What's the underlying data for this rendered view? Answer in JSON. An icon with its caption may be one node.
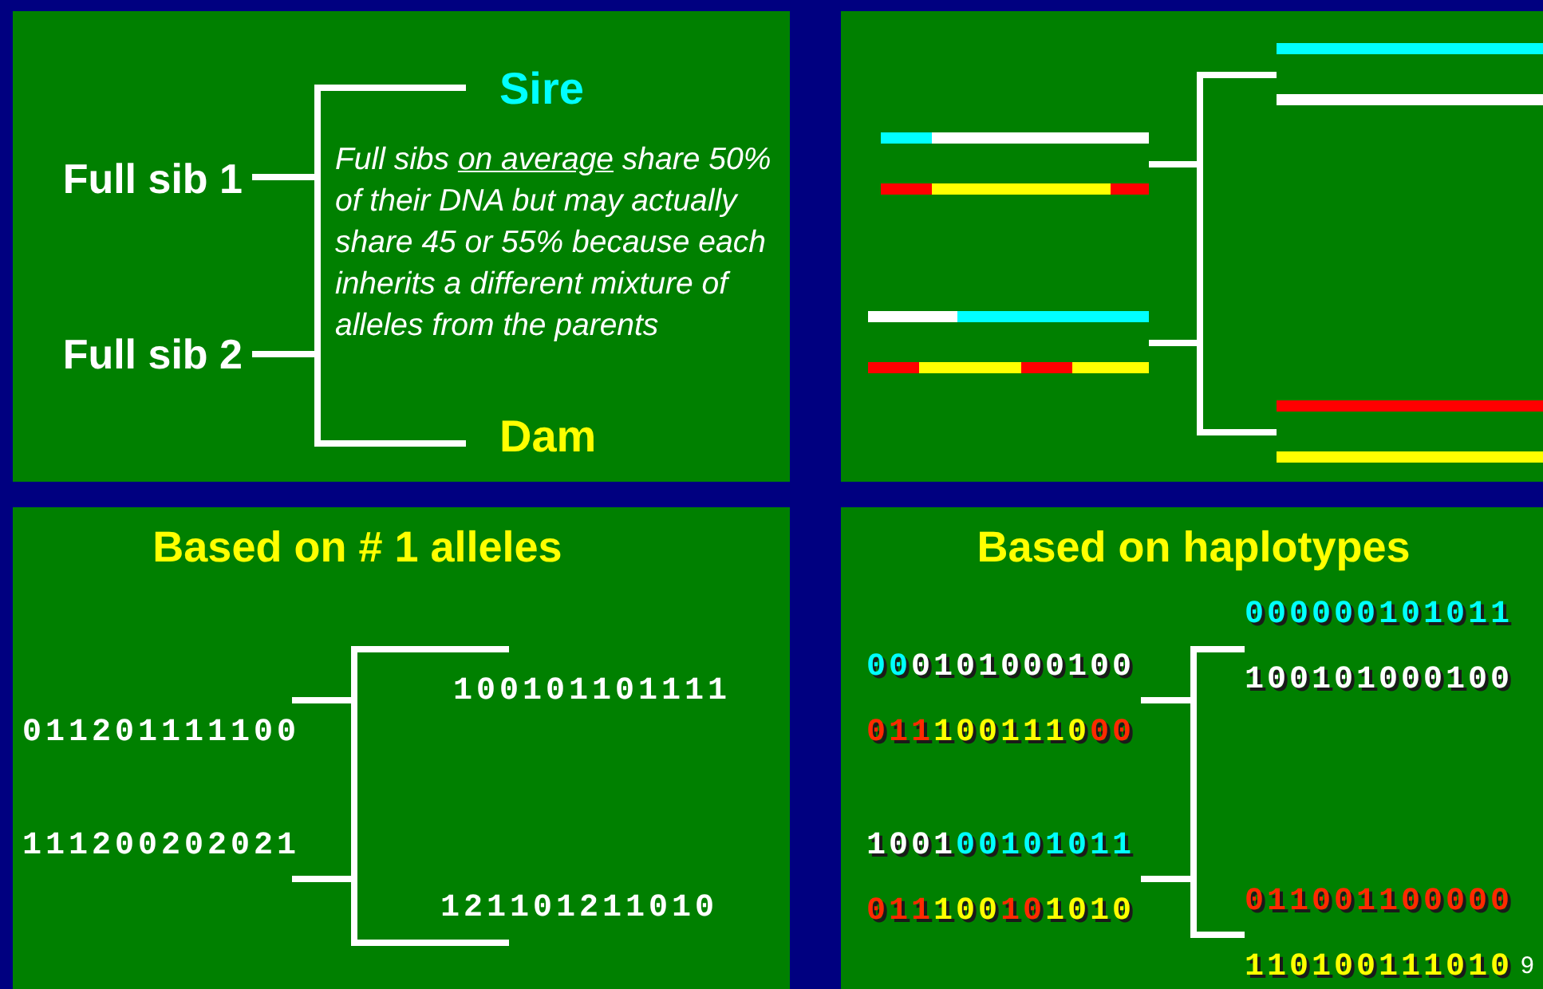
{
  "diagram": {
    "nodes": [
      {
        "text": [],
        "shape": "box"
      },
      {
        "text": [
          "Sire"
        ],
        "in": 0
      },
      {
        "text": [
          "Full sib 1"
        ],
        "in": 0
      },
      {
        "text": [
          "Full sib 2"
        ],
        "in": 0
      },
      {
        "text": [
          "Dam"
        ],
        "in": 0
      },
      {
        "text": [],
        "shape": "box"
      },
      {
        "text": [],
        "shape": "bar",
        "in": 5
      },
      {
        "text": [],
        "shape": "bar",
        "in": 5
      },
      {
        "text": [],
        "shape": "bar",
        "in": 5
      },
      {
        "text": [],
        "shape": "bar",
        "in": 5
      },
      {
        "text": [
          "Based on # 1 alleles"
        ]
      },
      {
        "text": [
          "100101101111"
        ],
        "in": 10
      },
      {
        "text": [
          "011201111100"
        ],
        "in": 10
      },
      {
        "text": [
          "111200202021"
        ],
        "in": 10
      },
      {
        "text": [
          "121101211010"
        ],
        "in": 10
      },
      {
        "text": [
          "Based on haplotypes"
        ]
      },
      {
        "text": [
          "000000101011",
          "100101000100"
        ],
        "in": 15
      },
      {
        "text": [
          "000101000100",
          "011100111000"
        ],
        "in": 15
      },
      {
        "text": [
          "100100101011",
          "011100101010"
        ],
        "in": 15
      },
      {
        "text": [
          "011001100000",
          "110100111010"
        ],
        "in": 15
      }
    ],
    "edges": [
      {
        "from": 2,
        "to": 1,
        "arrow": "none"
      },
      {
        "from": 2,
        "to": 4,
        "arrow": "none"
      },
      {
        "from": 3,
        "to": 1,
        "arrow": "none"
      },
      {
        "from": 3,
        "to": 4,
        "arrow": "none"
      },
      {
        "from": 7,
        "to": 6,
        "arrow": "none"
      },
      {
        "from": 7,
        "to": 9,
        "arrow": "none"
      },
      {
        "from": 8,
        "to": 6,
        "arrow": "none"
      },
      {
        "from": 8,
        "to": 9,
        "arrow": "none"
      },
      {
        "from": 12,
        "to": 11,
        "arrow": "none"
      },
      {
        "from": 12,
        "to": 14,
        "arrow": "none"
      },
      {
        "from": 13,
        "to": 11,
        "arrow": "none"
      },
      {
        "from": 13,
        "to": 14,
        "arrow": "none"
      },
      {
        "from": 17,
        "to": 16,
        "arrow": "none"
      },
      {
        "from": 17,
        "to": 19,
        "arrow": "none"
      },
      {
        "from": 18,
        "to": 16,
        "arrow": "none"
      },
      {
        "from": 18,
        "to": 19,
        "arrow": "none"
      }
    ],
    "labels": [
      "Full sibs on average share 50% of their DNA but may actually share 45 or 55% because each inherits a different mixture of alleles from the parents",
      "9"
    ]
  }
}
